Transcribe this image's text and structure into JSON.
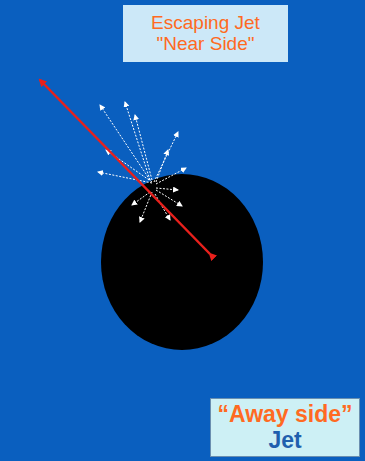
{
  "diagram": {
    "nodes": [
      {
        "text": [
          "Escaping Jet",
          "\"Near Side\""
        ]
      },
      {
        "text": [
          "“Away side”",
          "Jet"
        ]
      }
    ]
  }
}
